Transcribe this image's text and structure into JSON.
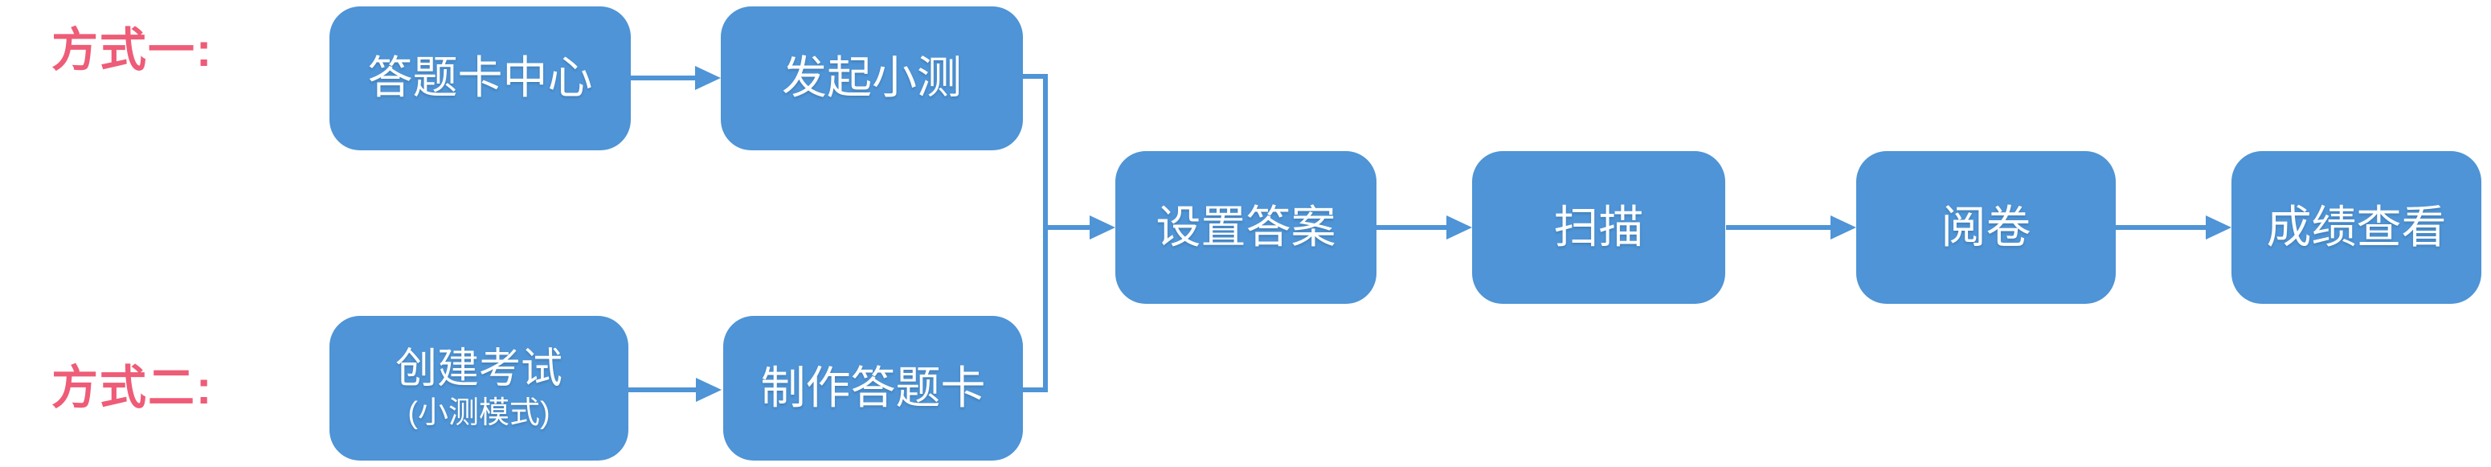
{
  "labels": {
    "method1": "方式一:",
    "method2": "方式二:"
  },
  "nodes": {
    "answer_card_center": "答题卡中心",
    "start_quiz": "发起小测",
    "create_exam": "创建考试",
    "create_exam_note": "(小测模式)",
    "make_answer_card": "制作答题卡",
    "set_answers": "设置答案",
    "scan": "扫描",
    "grading": "阅卷",
    "view_scores": "成绩查看"
  },
  "colors": {
    "node_fill": "#4E94D6",
    "connector": "#4E94D6",
    "method_label": "#EE5C77",
    "node_text": "#FFFFFF",
    "background": "#FFFFFF"
  }
}
